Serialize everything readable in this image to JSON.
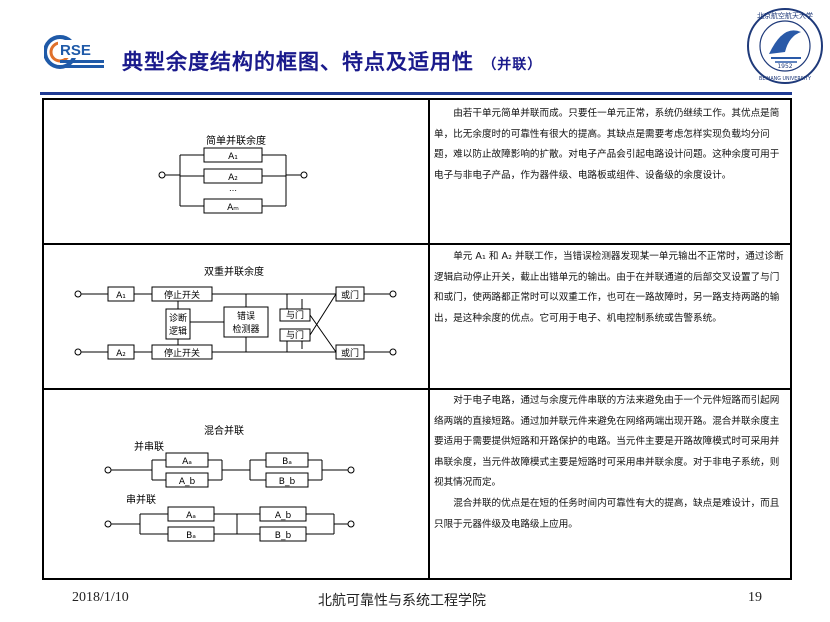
{
  "header": {
    "logo_text": "RSE",
    "title_main": "典型余度结构的框图、特点及适用性",
    "title_suffix": "（并联）",
    "univ_logo_text": "北京航空航天大学",
    "univ_logo_en": "BEIHANG UNIVERSITY",
    "univ_logo_year": "1952"
  },
  "rows": [
    {
      "diagram": {
        "title": "简单并联余度",
        "boxes": [
          "A₁",
          "A₂",
          "Aₘ"
        ],
        "dots": "…"
      },
      "text": "由若干单元简单并联而成。只要任一单元正常，系统仍继续工作。其优点是简单，比无余度时的可靠性有很大的提高。其缺点是需要考虑怎样实现负载均分问题，难以防止故障影响的扩散。对电子产品会引起电路设计问题。这种余度可用于电子与非电子产品，作为器件级、电路板或组件、设备级的余度设计。"
    },
    {
      "diagram": {
        "title": "双重并联余度",
        "a1": "A₁",
        "a2": "A₂",
        "stop_switch": "停止开关",
        "diag_logic": "诊断逻辑",
        "error_detector": "错误检测器",
        "and_gate": "与门",
        "or_gate": "或门"
      },
      "text": "单元 A₁ 和 A₂ 并联工作，当错误检测器发现某一单元输出不正常时，通过诊断逻辑启动停止开关，截止出错单元的输出。由于在并联通道的后部交叉设置了与门和或门，使两路都正常时可以双重工作，也可在一路故障时，另一路支持两路的输出，是这种余度的优点。它可用于电子、机电控制系统或告警系统。"
    },
    {
      "diagram": {
        "title": "混合并联",
        "sub1": "并串联",
        "sub2": "串并联",
        "ps_left": [
          "Aₐ",
          "A_b"
        ],
        "ps_right": [
          "Bₐ",
          "B_b"
        ],
        "sp_top": [
          "Aₐ",
          "A_b"
        ],
        "sp_bottom": [
          "Bₐ",
          "B_b"
        ]
      },
      "text_paragraphs": [
        "对于电子电路，通过与余度元件串联的方法来避免由于一个元件短路而引起网络两端的直接短路。通过加并联元件来避免在网络两端出现开路。混合并联余度主要适用于需要提供短路和开路保护的电路。当元件主要是开路故障模式时可采用并串联余度，当元件故障模式主要是短路时可采用串并联余度。对于非电子系统，则视其情况而定。",
        "混合并联的优点是在短的任务时间内可靠性有大的提高，缺点是难设计，而且只限于元器件级及电路级上应用。"
      ]
    }
  ],
  "footer": {
    "date": "2018/1/10",
    "school": "北航可靠性与系统工程学院",
    "page": "19"
  }
}
